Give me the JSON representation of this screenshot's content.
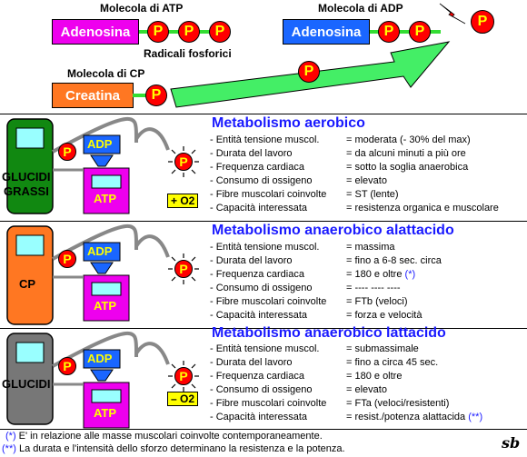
{
  "top": {
    "atp_label": "Molecola di ATP",
    "adp_label": "Molecola di ADP",
    "cp_label": "Molecola di CP",
    "adenosina": "Adenosina",
    "creatina": "Creatina",
    "radicali": "Radicali fosforici",
    "p": "P"
  },
  "panels": [
    {
      "tank_label_1": "GLUCIDI",
      "tank_label_2": "GRASSI",
      "tank_color": "#118811",
      "adp": "ADP",
      "atp": "ATP",
      "oxygen": "+ O2"
    },
    {
      "tank_label_1": "CP",
      "tank_label_2": "",
      "tank_color": "#ff7722",
      "adp": "ADP",
      "atp": "ATP",
      "oxygen": ""
    },
    {
      "tank_label_1": "GLUCIDI",
      "tank_label_2": "",
      "tank_color": "#777777",
      "adp": "ADP",
      "atp": "ATP",
      "oxygen": "– O2"
    }
  ],
  "sections": [
    {
      "title": "Metabolismo aerobico",
      "rows": [
        {
          "k": "- Entità tensione muscol.",
          "v": "= moderata (- 30% del max)"
        },
        {
          "k": "- Durata del lavoro",
          "v": "= da alcuni minuti a più ore"
        },
        {
          "k": "- Frequenza cardiaca",
          "v": "= sotto la soglia anaerobica"
        },
        {
          "k": "- Consumo di ossigeno",
          "v": "= elevato"
        },
        {
          "k": "- Fibre muscolari coinvolte",
          "v": "= ST (lente)"
        },
        {
          "k": "- Capacità interessata",
          "v": "= resistenza organica e muscolare"
        }
      ]
    },
    {
      "title": "Metabolismo anaerobico alattacido",
      "rows": [
        {
          "k": "- Entità tensione muscol.",
          "v": "= massima"
        },
        {
          "k": "- Durata del lavoro",
          "v": "= fino a 6-8 sec. circa"
        },
        {
          "k": "- Frequenza cardiaca",
          "v": "= 180 e oltre",
          "note": "(*)"
        },
        {
          "k": "- Consumo di ossigeno",
          "v": "= ----  ----  ----"
        },
        {
          "k": "- Fibre muscolari coinvolte",
          "v": "= FTb (veloci)"
        },
        {
          "k": "- Capacità interessata",
          "v": "= forza e velocità"
        }
      ]
    },
    {
      "title": "Metabolismo anaerobico lattacido",
      "rows": [
        {
          "k": "- Entità tensione muscol.",
          "v": "= submassimale"
        },
        {
          "k": "- Durata del lavoro",
          "v": "= fino a circa 45 sec."
        },
        {
          "k": "- Frequenza cardiaca",
          "v": "= 180 e oltre"
        },
        {
          "k": "- Consumo di ossigeno",
          "v": "= elevato"
        },
        {
          "k": "- Fibre muscolari coinvolte",
          "v": "= FTa (veloci/resistenti)"
        },
        {
          "k": "- Capacità interessata",
          "v": "= resist./potenza alattacida",
          "note": "(**)"
        }
      ]
    }
  ],
  "footnotes": [
    {
      "mark": "(*)",
      "text": "E' in relazione alle masse muscolari coinvolte contemporaneamente."
    },
    {
      "mark": "(**)",
      "text": "La durata e l'intensità dello sforzo determinano la resistenza e la potenza."
    }
  ],
  "signature": "sb"
}
